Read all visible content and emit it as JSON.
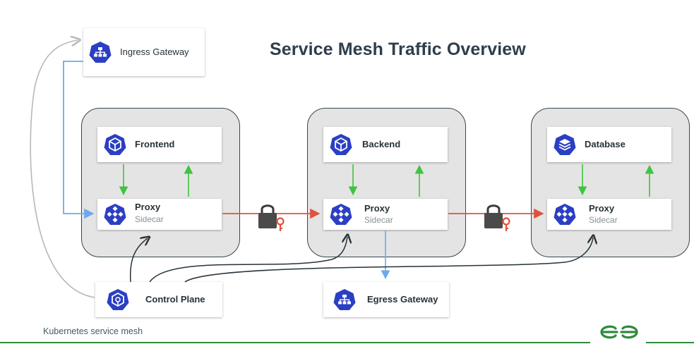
{
  "title": "Service Mesh Traffic Overview",
  "nodes": {
    "ingress": {
      "label": "Ingress Gateway",
      "icon": "network-icon"
    },
    "frontend": {
      "label": "Frontend",
      "icon": "cube-icon"
    },
    "backend": {
      "label": "Backend",
      "icon": "cube-icon"
    },
    "database": {
      "label": "Database",
      "icon": "database-icon"
    },
    "proxy": {
      "label": "Proxy",
      "sublabel": "Sidecar",
      "icon": "proxy-icon"
    },
    "control_plane": {
      "label": "Control Plane",
      "icon": "control-plane-icon"
    },
    "egress": {
      "label": "Egress Gateway",
      "icon": "network-icon"
    }
  },
  "footer": {
    "text": "Kubernetes service mesh",
    "logo": "GG"
  },
  "colors": {
    "icon_blue": "#2b3fc4",
    "pod_fill": "#e4e4e4",
    "green_arrow": "#3ec43e",
    "red_arrow": "#e0523e",
    "blue_arrow": "#6aaaf0",
    "gray_arrow": "#b8b8b8",
    "dark_arrow": "#263238",
    "footer_green": "#2e8b3e"
  }
}
